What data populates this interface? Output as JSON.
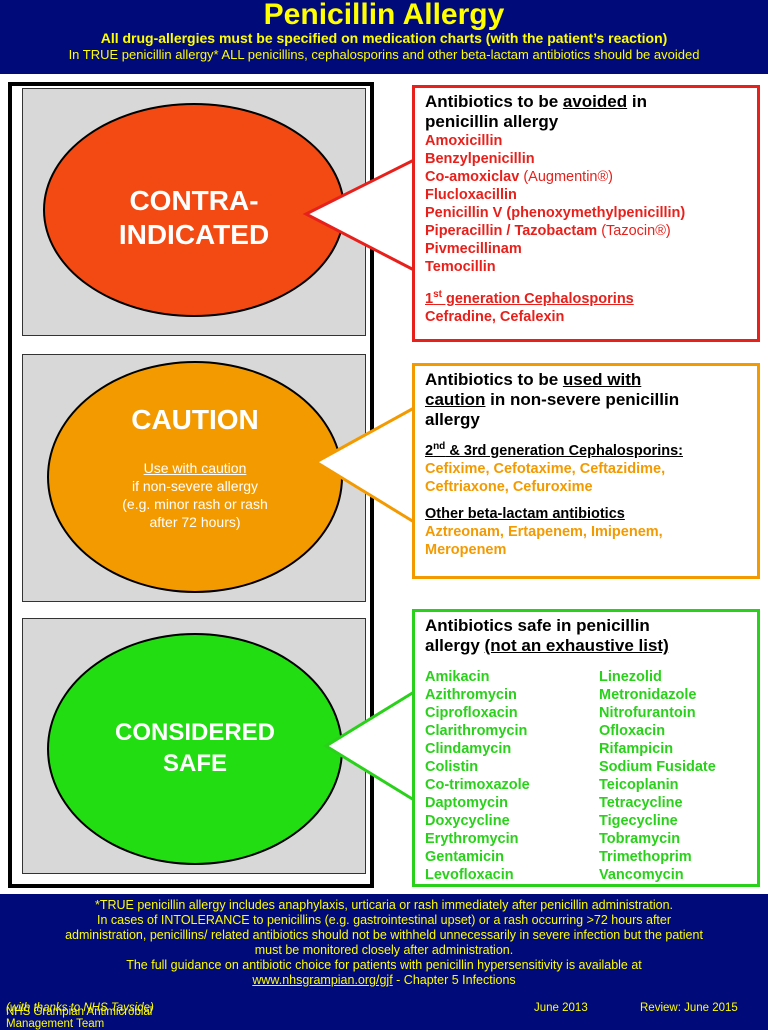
{
  "header": {
    "title": "Penicillin Allergy",
    "subtitle": "All drug-allergies must be specified on medication charts (with the patient’s reaction)",
    "note": "In TRUE penicillin allergy* ALL penicillins, cephalosporins and other beta-lactam antibiotics should be avoided"
  },
  "colors": {
    "red": "#e8201b",
    "orange": "#f39a00",
    "green": "#2ad11a",
    "navy": "#000a78",
    "yellow": "#ffff00"
  },
  "panels": {
    "contra": {
      "line1": "CONTRA-",
      "line2": "INDICATED"
    },
    "caution": {
      "title": "CAUTION",
      "use": "Use with caution",
      "l1": "if non-severe allergy",
      "l2": "(e.g. minor rash or rash",
      "l3": "after 72 hours)"
    },
    "safe": {
      "line1": "CONSIDERED",
      "line2": "SAFE"
    }
  },
  "avoid": {
    "h_pre": "Antibiotics to be ",
    "h_u": "avoided",
    "h_post": " in",
    "h_line2": "penicillin allergy",
    "drugs": [
      {
        "name": "Amoxicillin",
        "brand": ""
      },
      {
        "name": "Benzylpenicillin",
        "brand": ""
      },
      {
        "name": "Co-amoxiclav",
        "brand": "(Augmentin®)"
      },
      {
        "name": "Flucloxacillin",
        "brand": ""
      },
      {
        "name": "Penicillin V (phenoxymethylpenicillin)",
        "brand": ""
      },
      {
        "name": "Piperacillin / Tazobactam",
        "brand": "(Tazocin®)"
      },
      {
        "name": "Pivmecillinam",
        "brand": ""
      },
      {
        "name": "Temocillin",
        "brand": ""
      }
    ],
    "gen_num": "1",
    "gen_sup": "st",
    "gen_text": " generation Cephalosporins",
    "ceph": "Cefradine, Cefalexin"
  },
  "caution": {
    "h_pre": "Antibiotics to be ",
    "h_u1": "used with",
    "h_u2": "caution",
    "h_post": " in non-severe penicillin",
    "h_line3": "allergy",
    "gen_num": "2",
    "gen_sup": "nd",
    "gen_text": " & 3rd generation Cephalosporins:",
    "ceph1": "Cefixime, Cefotaxime, Ceftazidime,",
    "ceph2": "Ceftriaxone, Cefuroxime",
    "other": "Other beta-lactam antibiotics",
    "bl1": "Aztreonam, Ertapenem, Imipenem,",
    "bl2": "Meropenem"
  },
  "safe": {
    "h_line1": "Antibiotics safe in penicillin",
    "h_pre": "allergy ",
    "h_u": "(not an exhaustive list)",
    "left": [
      "Amikacin",
      "Azithromycin",
      "Ciprofloxacin",
      "Clarithromycin",
      "Clindamycin",
      "Colistin",
      "Co-trimoxazole",
      "Daptomycin",
      "Doxycycline",
      "Erythromycin",
      "Gentamicin",
      "Levofloxacin"
    ],
    "right": [
      "Linezolid",
      "Metronidazole",
      "Nitrofurantoin",
      "Ofloxacin",
      "Rifampicin",
      "Sodium Fusidate",
      "Teicoplanin",
      "Tetracycline",
      "Tigecycline",
      "Tobramycin",
      "Trimethoprim",
      "Vancomycin"
    ]
  },
  "footer": {
    "l1": "*TRUE penicillin allergy includes anaphylaxis, urticaria or rash immediately after penicillin administration.",
    "l2": "In cases of INTOLERANCE to penicillins (e.g. gastrointestinal upset) or a rash occurring >72 hours after",
    "l3": "administration, penicillins/ related antibiotics should not be withheld unnecessarily in severe infection but the patient",
    "l4": "must be monitored closely after administration.",
    "l5": "The full guidance on antibiotic choice for patients with penicillin hypersensitivity is available at",
    "link": "www.nhsgrampian.org/gjf",
    "l6": " - Chapter 5 Infections"
  },
  "bottom": {
    "team": "NHS Grampian Antimicrobial Management Team ",
    "thanks": "(with thanks to NHS Tayside)",
    "date": "June 2013",
    "review": "Review: June 2015"
  }
}
